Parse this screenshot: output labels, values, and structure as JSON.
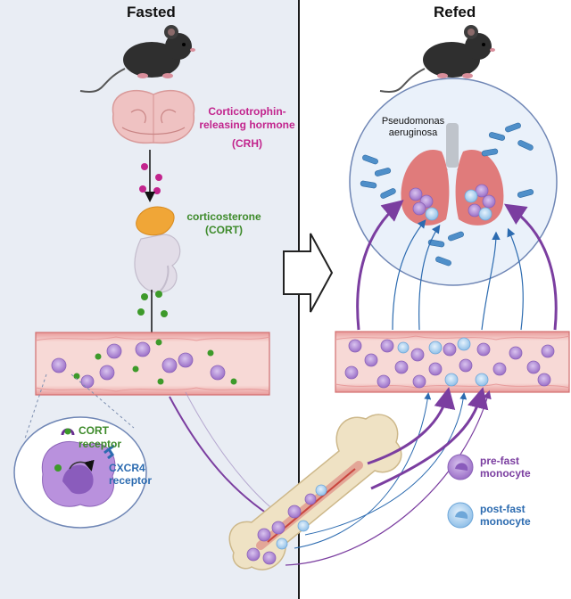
{
  "panels": {
    "left_title": "Fasted",
    "right_title": "Refed"
  },
  "labels": {
    "crh_line1": "Corticotrophin-",
    "crh_line2": "releasing hormone",
    "crh_abbr": "(CRH)",
    "cort_line1": "corticosterone",
    "cort_line2": "(CORT)",
    "cort_receptor_line1": "CORT",
    "cort_receptor_line2": "receptor",
    "cxcr4_line1": "CXCR4",
    "cxcr4_line2": "receptor",
    "pathogen_line1": "Pseudomonas",
    "pathogen_line2": "aeruginosa"
  },
  "legend": {
    "pre_fast_line1": "pre-fast",
    "pre_fast_line2": "monocyte",
    "post_fast_line1": "post-fast",
    "post_fast_line2": "monocyte"
  },
  "colors": {
    "crh": "#c2248d",
    "cort": "#3d8a2a",
    "pre_fast_monocyte": "#9b6fc7",
    "post_fast_monocyte": "#8fbfe8",
    "vessel": "#f3c6c6",
    "fasted_background": "#e9edf4"
  },
  "icons": [
    "mouse-icon",
    "brain-icon",
    "adrenal-kidney-icon",
    "bone-icon",
    "lungs-icon",
    "bacteria-icon",
    "monocyte-icon",
    "forward-arrow-icon"
  ]
}
